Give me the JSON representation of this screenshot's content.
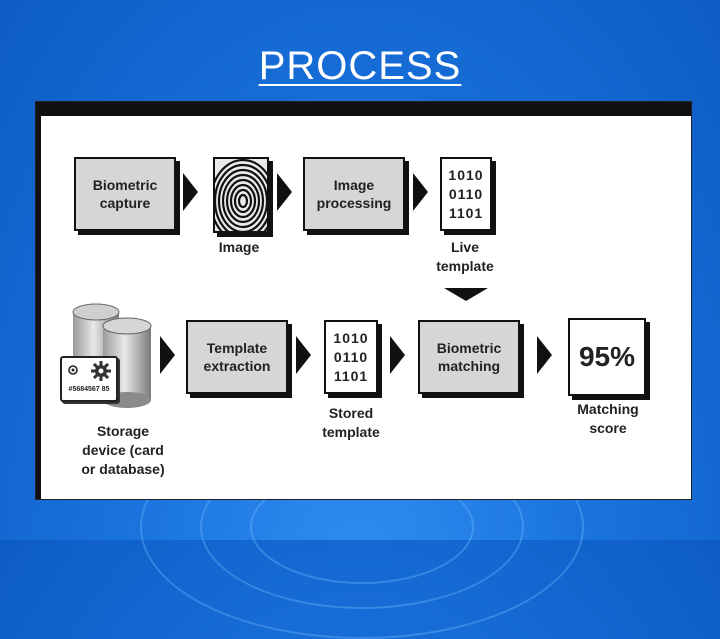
{
  "slide": {
    "title": "PROCESS",
    "colors": {
      "background": "#1a73de",
      "panel": "#ffffff",
      "box_fill": "#d6d6d6",
      "outline": "#111111"
    }
  },
  "diagram": {
    "row1": {
      "biometric_capture": "Biometric\ncapture",
      "image_caption": "Image",
      "image_processing": "Image\nprocessing",
      "live_binary": "1010\n0110\n1101",
      "live_template_caption": "Live\ntemplate"
    },
    "row2": {
      "storage_card_number": "#5684567 85",
      "storage_caption": "Storage\ndevice (card\nor database)",
      "template_extraction": "Template\nextraction",
      "stored_binary": "1010\n0110\n1101",
      "stored_template_caption": "Stored\ntemplate",
      "biometric_matching": "Biometric\nmatching",
      "score_value": "95%",
      "matching_score_caption": "Matching\nscore"
    },
    "icons": [
      "fingerprint-icon",
      "database-icon",
      "id-card-icon",
      "gear-icon",
      "arrow-right-icon",
      "arrow-down-icon"
    ]
  }
}
